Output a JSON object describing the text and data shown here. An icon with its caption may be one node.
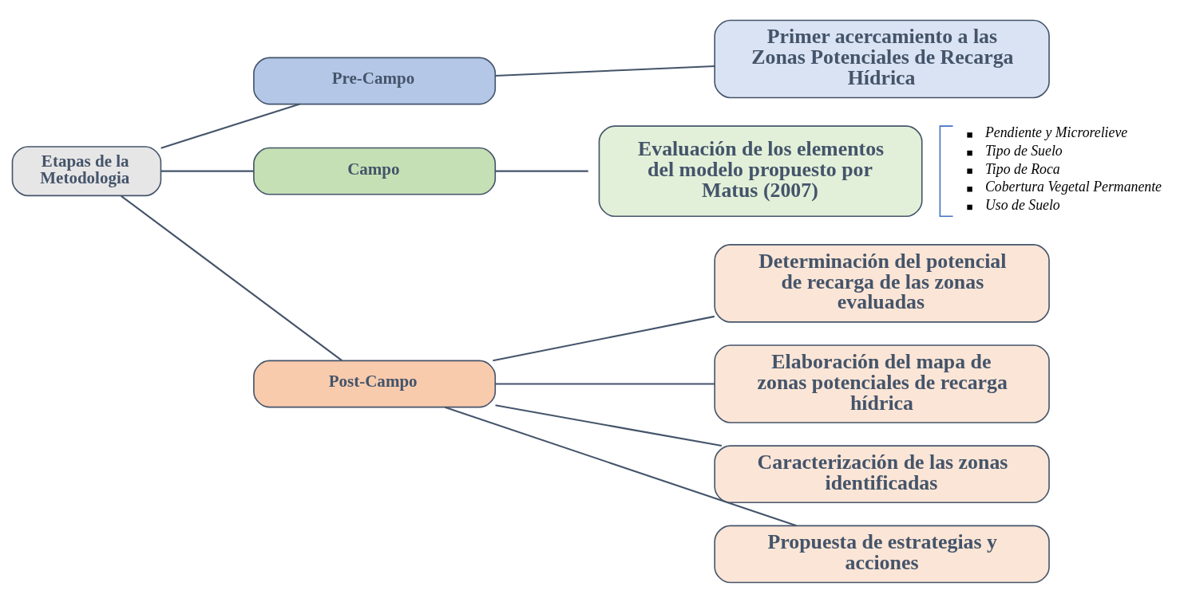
{
  "diagram": {
    "nodes": [
      {
        "text": [
          "Etapas de la Metodologia"
        ]
      },
      {
        "text": [
          "Pre-Campo"
        ]
      },
      {
        "text": [
          "Campo"
        ]
      },
      {
        "text": [
          "Post-Campo"
        ]
      },
      {
        "text": [
          "Primer acercamiento a las Zonas Potenciales de Recarga Hídrica"
        ]
      },
      {
        "text": [
          "Evaluación de los elementos del modelo propuesto por Matus (2007)"
        ],
        "beside": [
          "Pendiente y Microrelieve",
          "Tipo de Suelo",
          "Tipo de Roca",
          "Cobertura Vegetal Permanente",
          "Uso de Suelo"
        ]
      },
      {
        "text": [
          "Determinación del potencial de recarga de las zonas evaluadas"
        ]
      },
      {
        "text": [
          "Elaboración del mapa de zonas potenciales de recarga hídrica"
        ]
      },
      {
        "text": [
          "Caracterización de las zonas identificadas"
        ]
      },
      {
        "text": [
          "Propuesta de estrategias y acciones"
        ]
      }
    ],
    "edges": [
      {
        "from": 0,
        "to": 1,
        "arrow": "none"
      },
      {
        "from": 0,
        "to": 2,
        "arrow": "none"
      },
      {
        "from": 0,
        "to": 3,
        "arrow": "none"
      },
      {
        "from": 1,
        "to": 4,
        "arrow": "none"
      },
      {
        "from": 2,
        "to": 5,
        "arrow": "none"
      },
      {
        "from": 3,
        "to": 6,
        "arrow": "none"
      },
      {
        "from": 3,
        "to": 7,
        "arrow": "none"
      },
      {
        "from": 3,
        "to": 8,
        "arrow": "none"
      },
      {
        "from": 3,
        "to": 9,
        "arrow": "none"
      }
    ]
  }
}
